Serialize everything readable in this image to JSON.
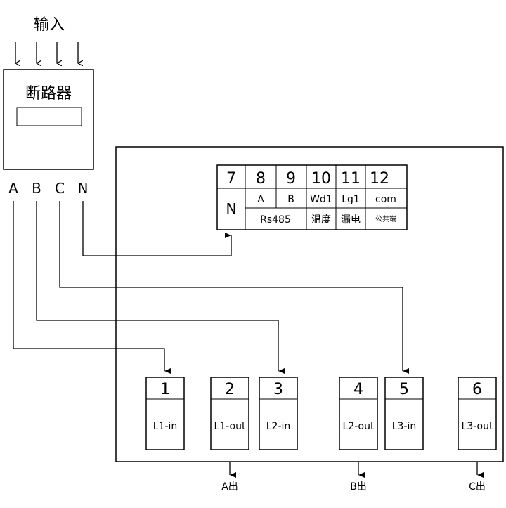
{
  "input": {
    "label": "输入"
  },
  "breaker": {
    "title": "断路器",
    "phases": [
      "A",
      "B",
      "C",
      "N"
    ]
  },
  "control_block": {
    "numbers": [
      "7",
      "8",
      "9",
      "10",
      "11",
      "12"
    ],
    "n_label": "N",
    "a_label": "A",
    "b_label": "B",
    "rs485": "Rs485",
    "wd1": "Wd1",
    "lg1": "Lg1",
    "com": "com",
    "temp": "温度",
    "leak": "漏电",
    "common": "公共端"
  },
  "terminals": [
    {
      "num": "1",
      "label": "L1-in"
    },
    {
      "num": "2",
      "label": "L1-out"
    },
    {
      "num": "3",
      "label": "L2-in"
    },
    {
      "num": "4",
      "label": "L2-out"
    },
    {
      "num": "5",
      "label": "L3-in"
    },
    {
      "num": "6",
      "label": "L3-out"
    }
  ],
  "outputs": [
    "A出",
    "B出",
    "C出"
  ]
}
